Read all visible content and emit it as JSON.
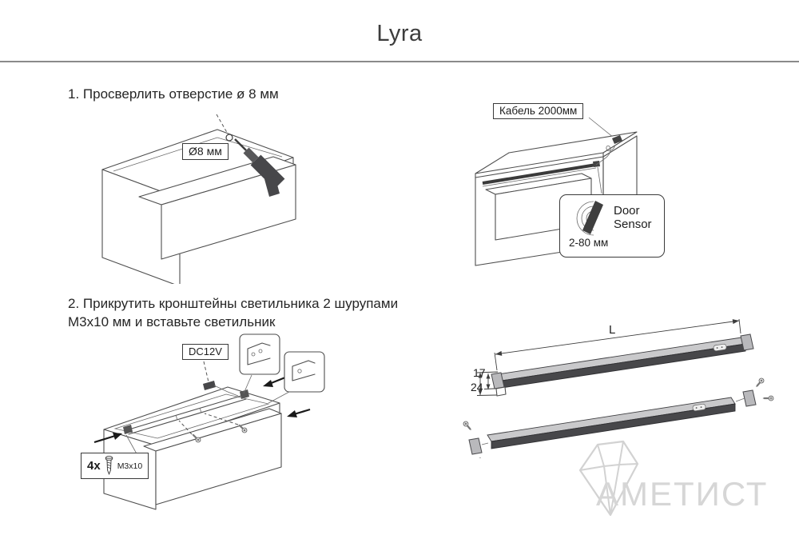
{
  "title": "Lyra",
  "step1": {
    "heading": "1. Просверлить отверстие ø 8 мм",
    "hole_label": "Ø8 мм",
    "cable_label": "Кабель 2000мм",
    "sensor": {
      "name_line1": "Door",
      "name_line2": "Sensor",
      "range": "2-80 мм"
    }
  },
  "step2": {
    "heading_line1": "2. Прикрутить кронштейны светильника 2 шурупами",
    "heading_line2": "М3х10 мм и вставьте светильник",
    "dc_label": "DC12V",
    "screws": {
      "qty": "4x",
      "size": "М3х10"
    },
    "dimensions": {
      "length": "L",
      "height_profile": "17",
      "height_total": "24"
    }
  },
  "watermark": {
    "brand": "АМЕТИСТ"
  },
  "colors": {
    "line": "#4e4e4e",
    "bar_dark": "#47474a",
    "bar_light": "#c9c9cb",
    "watermark": "#d6d6d6"
  }
}
